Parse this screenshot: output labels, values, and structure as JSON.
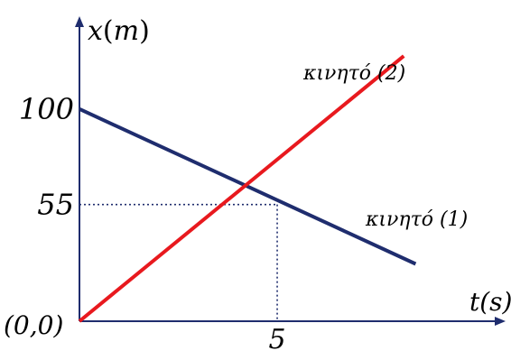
{
  "chart_data": {
    "type": "line",
    "xlabel": "t(s)",
    "ylabel_base": "x",
    "ylabel_paren_open": "(",
    "ylabel_unit": "m",
    "ylabel_paren_close": ")",
    "origin_label": "(0,0)",
    "y_ticks": [
      {
        "value": 100,
        "label": "100"
      },
      {
        "value": 55,
        "label": "55"
      }
    ],
    "x_ticks": [
      {
        "value": 5,
        "label": "5"
      }
    ],
    "xlim": [
      0,
      10.5
    ],
    "ylim": [
      0,
      145
    ],
    "series": [
      {
        "name": "κινητό (1)",
        "color": "#1f2d6e",
        "points": [
          [
            0,
            100
          ],
          [
            8.5,
            27
          ]
        ]
      },
      {
        "name": "κινητό (2)",
        "color": "#e8191e",
        "points": [
          [
            0,
            0
          ],
          [
            8.2,
            125
          ]
        ]
      }
    ],
    "intersection": {
      "x": 5,
      "y": 55,
      "guide_color": "#1f2d6e"
    }
  }
}
